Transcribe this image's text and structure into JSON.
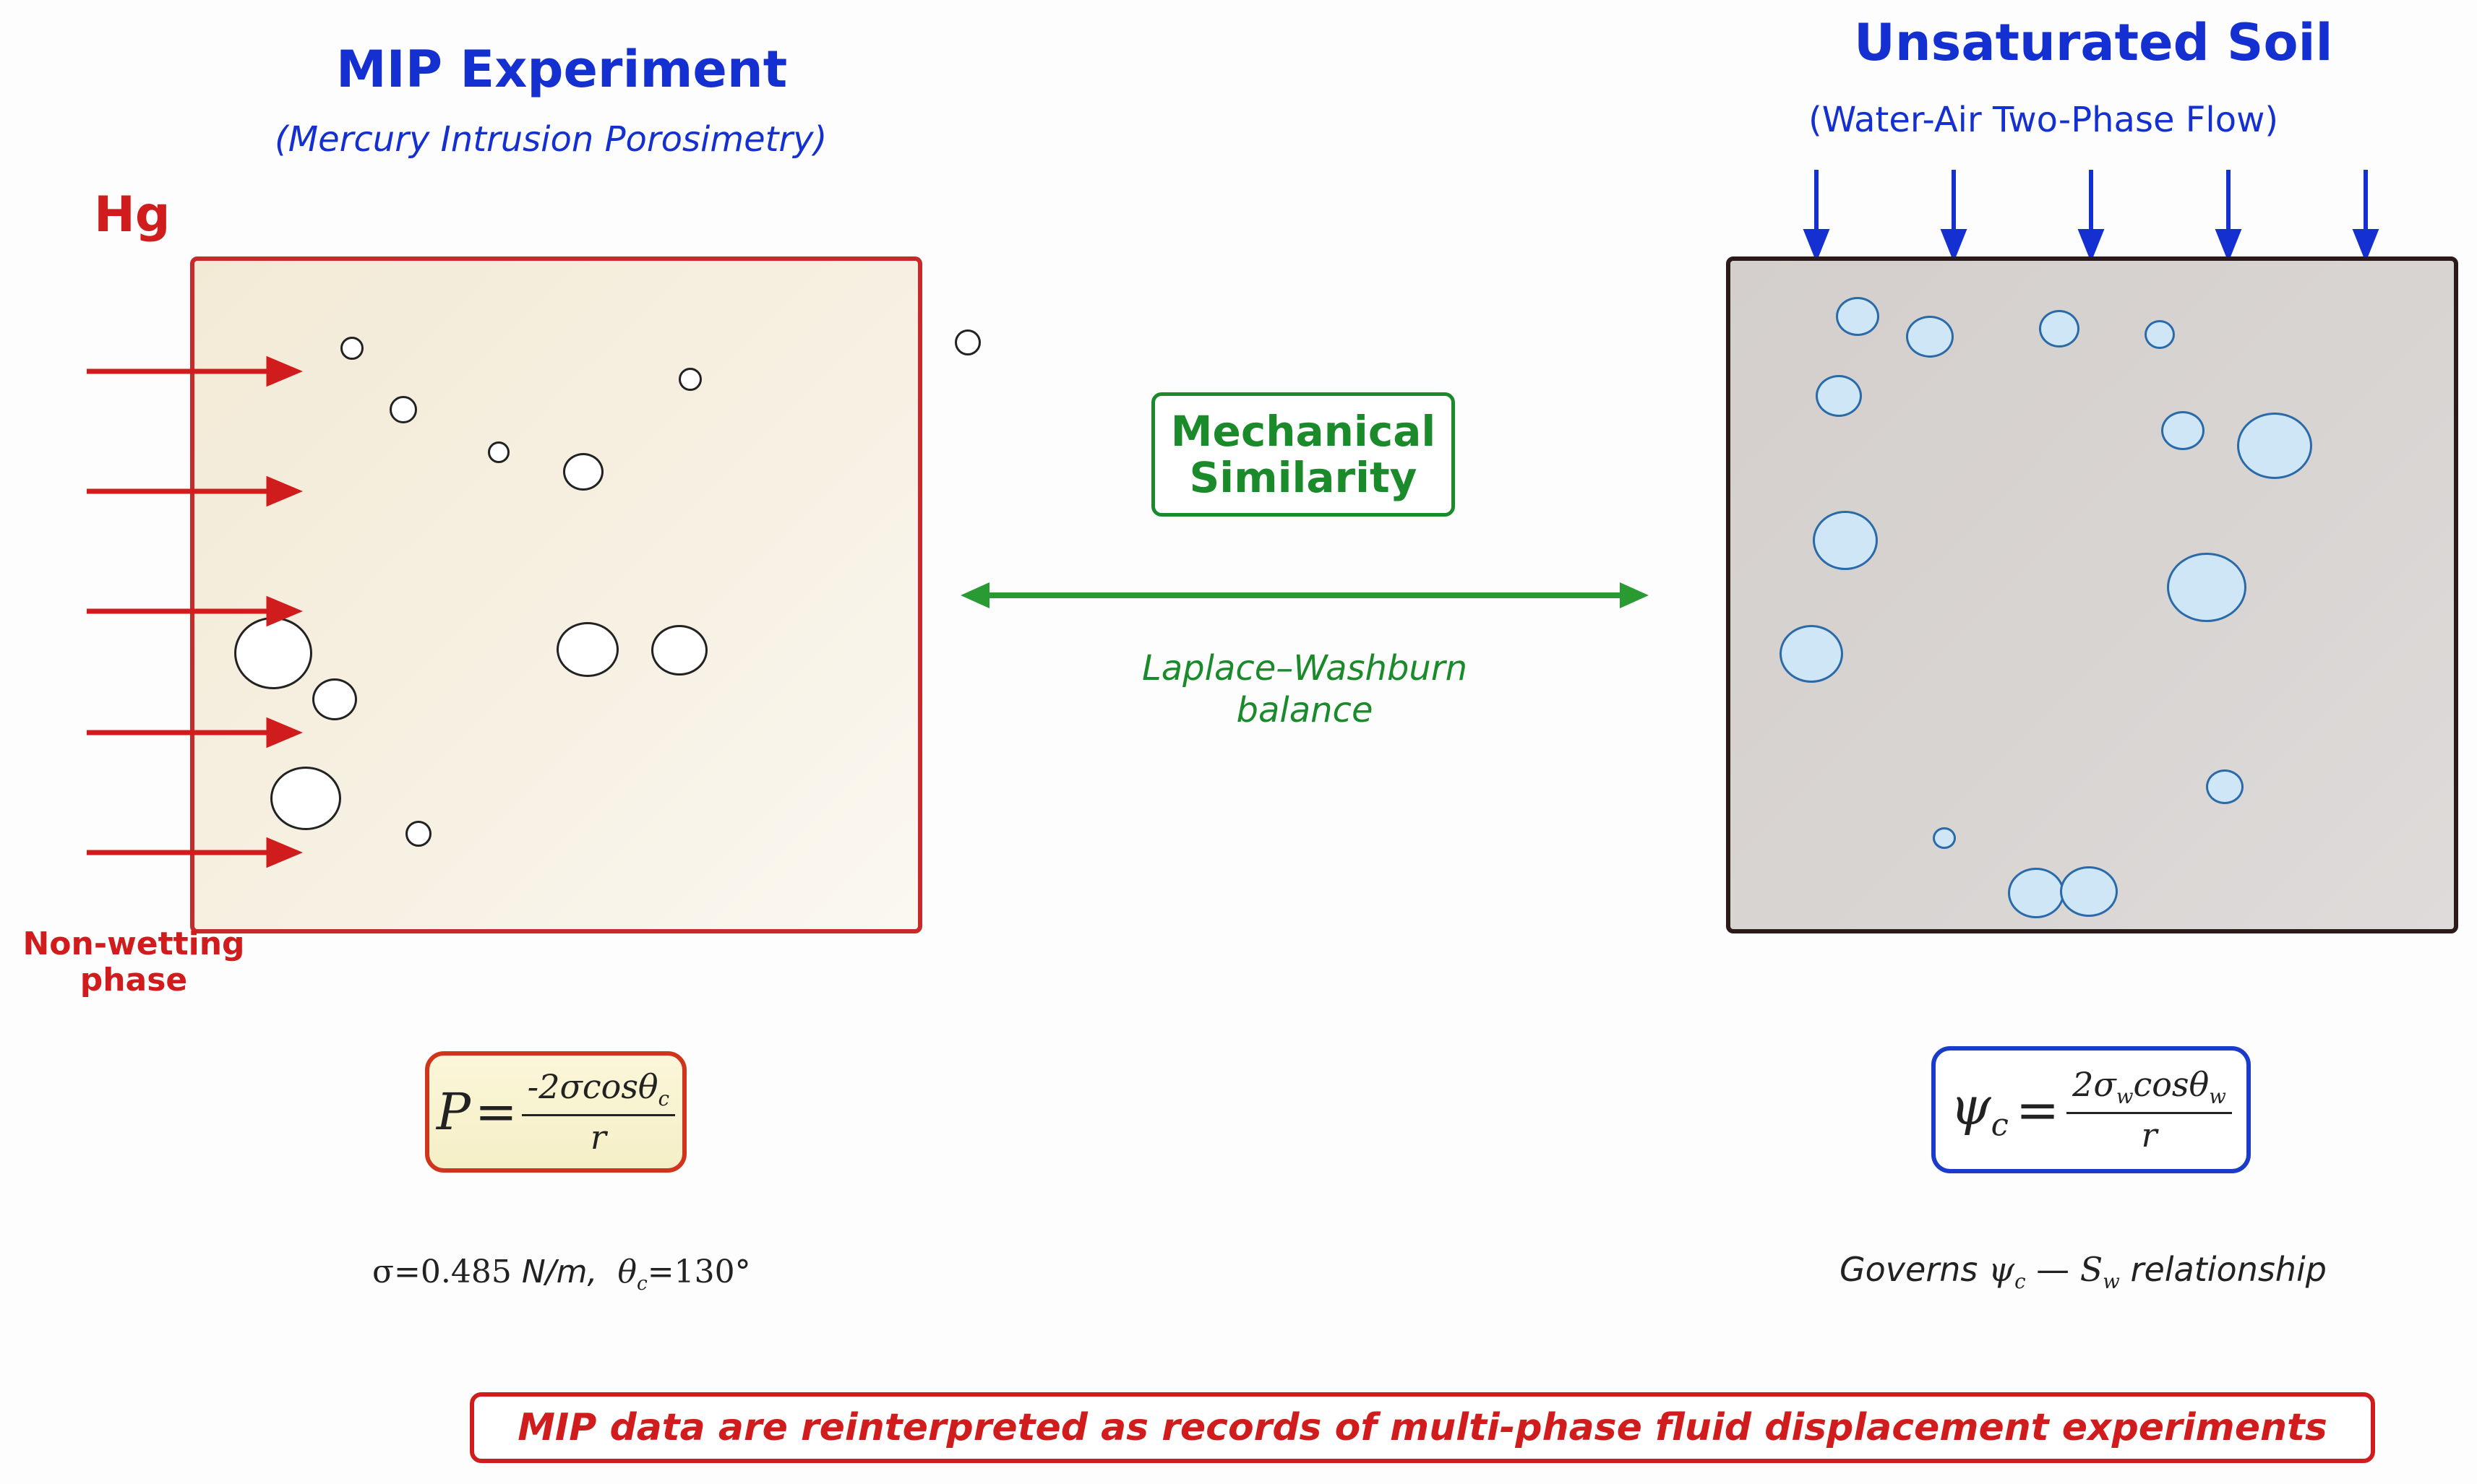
{
  "left": {
    "title": "MIP Experiment",
    "subtitle": "(Mercury Intrusion Porosimetry)",
    "fluid_label": "Hg",
    "phase_label_line1": "Non-wetting",
    "phase_label_line2": "phase",
    "formula": {
      "lhs": "P",
      "eq": "=",
      "num": "-2σcosθ",
      "num_sub": "c",
      "den": "r"
    },
    "params": {
      "sigma": "σ=0.485",
      "sigma_unit": "N/m,",
      "theta": "θ",
      "theta_sub": "c",
      "theta_value": "=130°"
    }
  },
  "right": {
    "title": "Unsaturated Soil",
    "subtitle": "(Water-Air Two-Phase Flow)",
    "formula": {
      "lhs": "ψ",
      "lhs_sub": "c",
      "eq": "=",
      "num_a": "2σ",
      "num_a_sub": "w",
      "num_b": "cosθ",
      "num_b_sub": "w",
      "den": "r"
    },
    "relation": {
      "prefix": "Governs",
      "psi": "ψ",
      "psi_sub": "c",
      "dash": "—",
      "s": "S",
      "s_sub": "w",
      "suffix": "relationship"
    }
  },
  "center": {
    "similarity_line1": "Mechanical",
    "similarity_line2": "Similarity",
    "balance_line1": "Laplace–Washburn",
    "balance_line2": "balance"
  },
  "footer": "MIP data are reinterpreted as records of multi-phase fluid displacement experiments",
  "colors": {
    "red": "#d01c1c",
    "blue": "#1430d0",
    "green": "#1a8a2a",
    "mip_fill": "#f5efe0",
    "soil_fill": "#d6d1cf",
    "water_bubble": "#cfe6f7"
  }
}
